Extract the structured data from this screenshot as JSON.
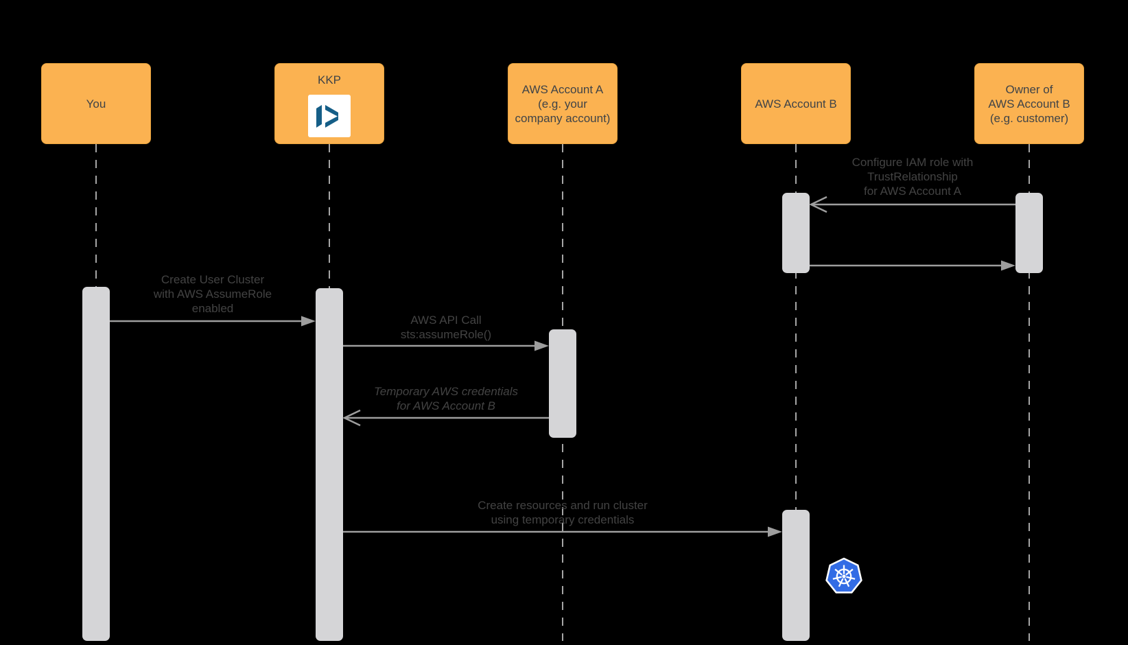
{
  "diagram_type": "sequence-diagram",
  "actors": [
    {
      "id": "you",
      "label_lines": [
        "You"
      ]
    },
    {
      "id": "kkp",
      "label_lines": [
        "KKP"
      ],
      "logo_icon": "kubermatic-logo"
    },
    {
      "id": "aws-account-a",
      "label_lines": [
        "AWS Account A",
        "(e.g. your",
        "company account)"
      ]
    },
    {
      "id": "aws-account-b",
      "label_lines": [
        "AWS Account B"
      ]
    },
    {
      "id": "owner-aws-account-b",
      "label_lines": [
        "Owner of",
        "AWS Account B",
        "(e.g. customer)"
      ]
    }
  ],
  "messages": [
    {
      "from": "owner-aws-account-b",
      "to": "aws-account-b",
      "arrow": "open",
      "italic": false,
      "lines": [
        "Configure IAM role with",
        "TrustRelationship",
        "for AWS Account A"
      ]
    },
    {
      "from": "aws-account-b",
      "to": "owner-aws-account-b",
      "arrow": "filled",
      "italic": false,
      "lines": []
    },
    {
      "from": "you",
      "to": "kkp",
      "arrow": "filled",
      "italic": false,
      "lines": [
        "Create User Cluster",
        "with AWS AssumeRole",
        "enabled"
      ]
    },
    {
      "from": "kkp",
      "to": "aws-account-a",
      "arrow": "filled",
      "italic": false,
      "lines": [
        "AWS API Call",
        "sts:assumeRole()"
      ]
    },
    {
      "from": "aws-account-a",
      "to": "kkp",
      "arrow": "open",
      "italic": true,
      "lines": [
        "Temporary AWS credentials",
        "for AWS Account B"
      ]
    },
    {
      "from": "kkp",
      "to": "aws-account-b",
      "arrow": "filled",
      "italic": false,
      "lines": [
        "Create resources and run cluster",
        "using temporary credentials"
      ]
    }
  ],
  "icons": [
    {
      "name": "kubermatic-logo"
    },
    {
      "name": "kubernetes-logo"
    }
  ],
  "colors": {
    "background": "#000000",
    "actor_fill": "#FBB251",
    "actor_border": "#E8A33D",
    "actor_text": "#3F4347",
    "message_text": "#434343",
    "arrow": "#9E9E9E",
    "lifeline": "#A6A6A6",
    "activation_fill": "#D5D5D7",
    "kubernetes_blue": "#326CE5",
    "kubermatic_blue": "#155E87",
    "logo_tile": "#FFFFFF"
  }
}
